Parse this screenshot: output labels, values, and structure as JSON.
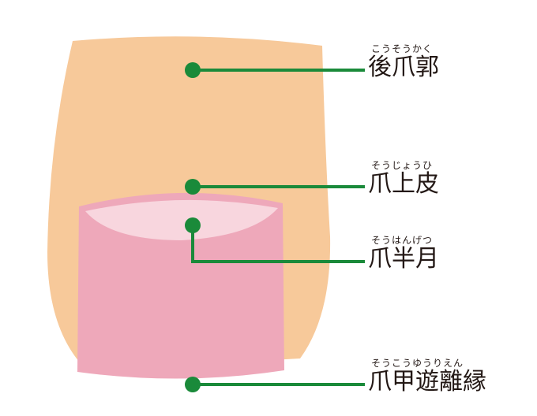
{
  "colors": {
    "skin": "#f7c99a",
    "nail": "#eea8ba",
    "lunula": "#f8d6de",
    "leader": "#1a8a3a",
    "text": "#231815"
  },
  "labels": [
    {
      "id": "proximal-nail-fold",
      "term": "後爪郭",
      "reading": "こうそうかく"
    },
    {
      "id": "cuticle",
      "term": "爪上皮",
      "reading": "そうじょうひ"
    },
    {
      "id": "lunula",
      "term": "爪半月",
      "reading": "そうはんげつ"
    },
    {
      "id": "free-edge",
      "term": "爪甲遊離縁",
      "reading": "そうこうゆうりえん"
    }
  ]
}
